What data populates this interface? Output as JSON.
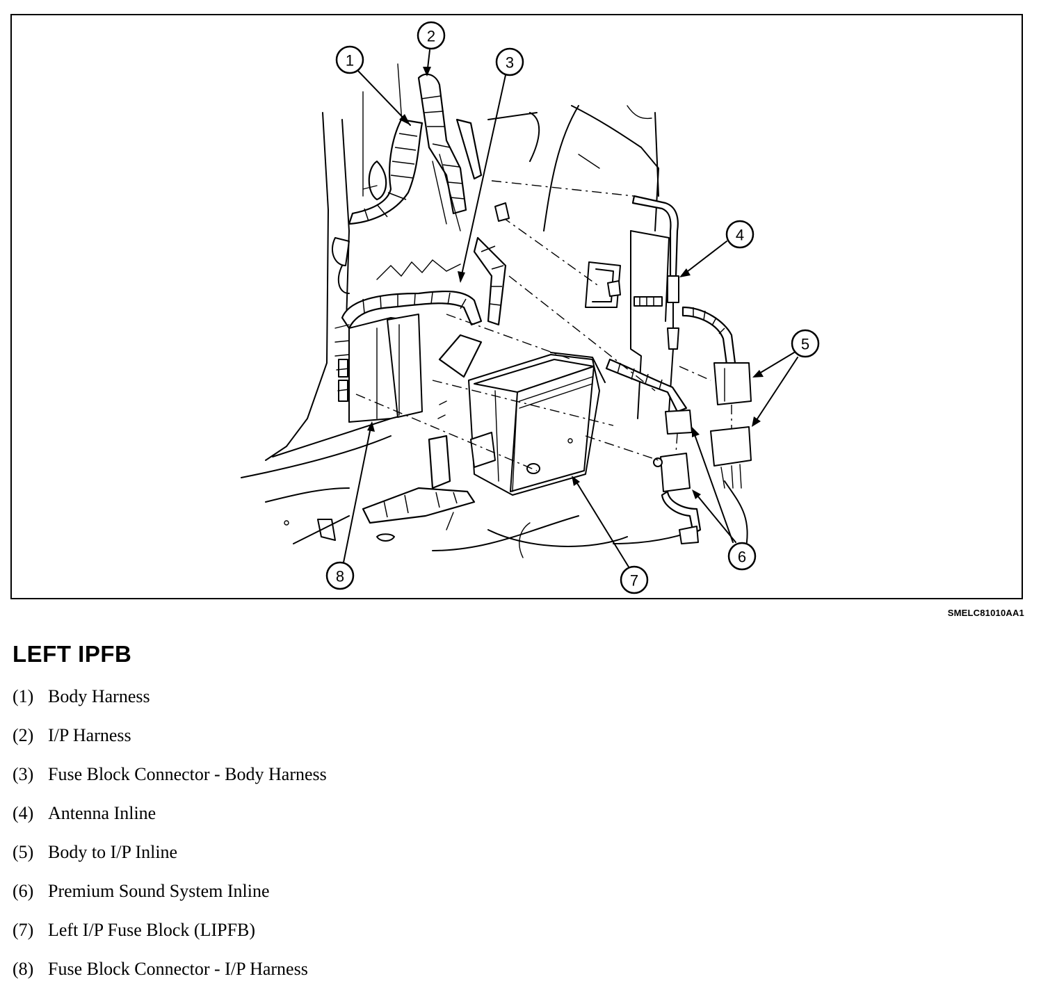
{
  "figure_code": "SMELC81010AA1",
  "title": "LEFT IPFB",
  "callouts": [
    "1",
    "2",
    "3",
    "4",
    "5",
    "6",
    "7",
    "8"
  ],
  "legend": [
    {
      "num": "(1)",
      "label": "Body Harness"
    },
    {
      "num": "(2)",
      "label": "I/P Harness"
    },
    {
      "num": "(3)",
      "label": "Fuse Block Connector - Body Harness"
    },
    {
      "num": "(4)",
      "label": "Antenna Inline"
    },
    {
      "num": "(5)",
      "label": "Body to I/P Inline"
    },
    {
      "num": "(6)",
      "label": "Premium Sound System Inline"
    },
    {
      "num": "(7)",
      "label": "Left I/P Fuse Block (LIPFB)"
    },
    {
      "num": "(8)",
      "label": "Fuse Block Connector - I/P Harness"
    }
  ]
}
